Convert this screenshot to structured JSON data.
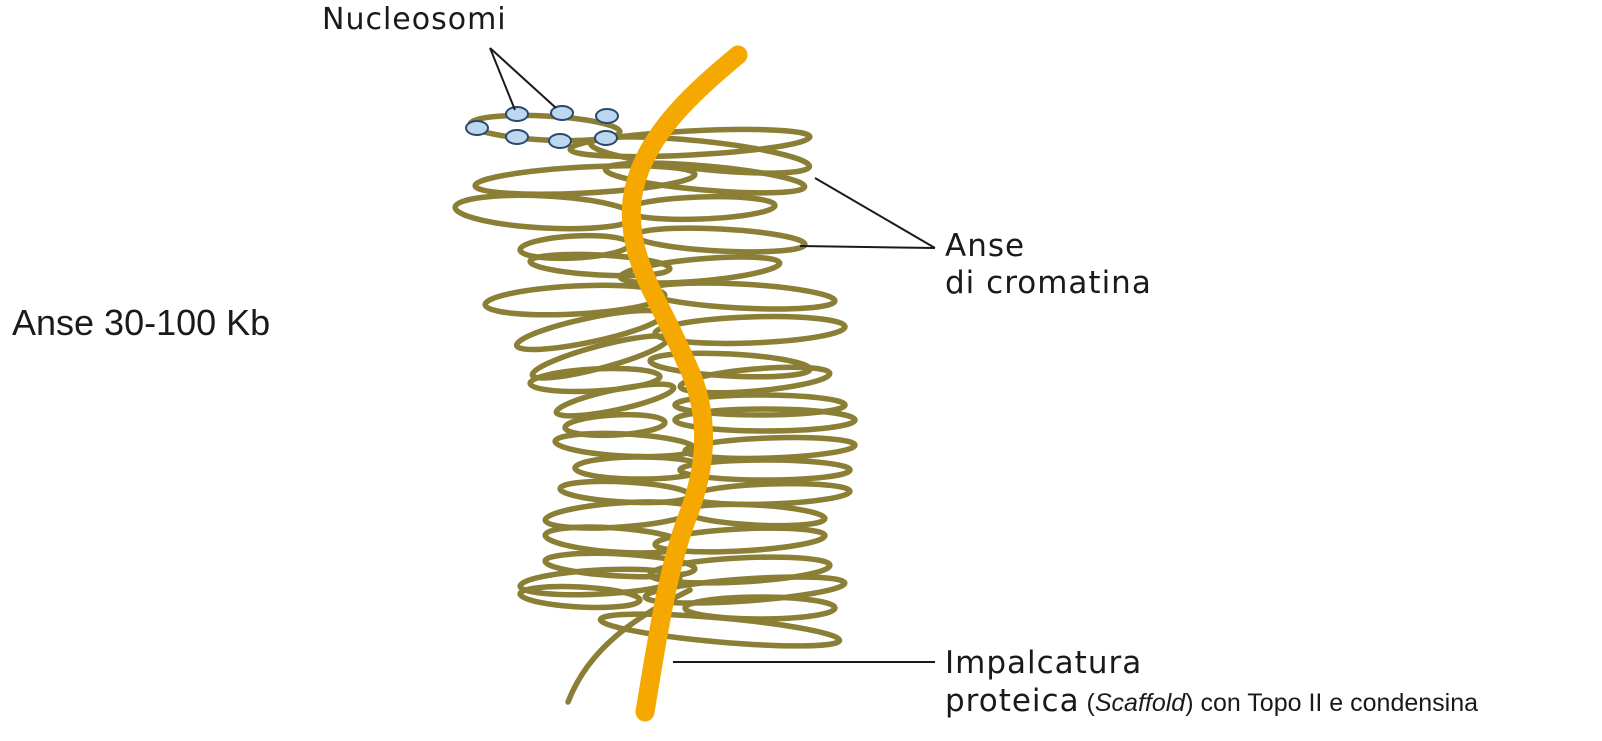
{
  "labels": {
    "side_note": "Anse 30-100 Kb",
    "nucleosomes": "Nucleosomi",
    "loops_line1": "Anse",
    "loops_line2": "di cromatina",
    "scaffold_line1": "Impalcatura",
    "scaffold_line2": "proteica",
    "scaffold_paren_open": " (",
    "scaffold_term": "Scaffold",
    "scaffold_paren_rest": ") con Topo II e condensina"
  },
  "colors": {
    "chromatin": "#8b7e35",
    "scaffold": "#f5a800",
    "nucleosome_fill": "#bcd7ef",
    "nucleosome_stroke": "#2b4a6b",
    "leader": "#1a1a1a"
  }
}
